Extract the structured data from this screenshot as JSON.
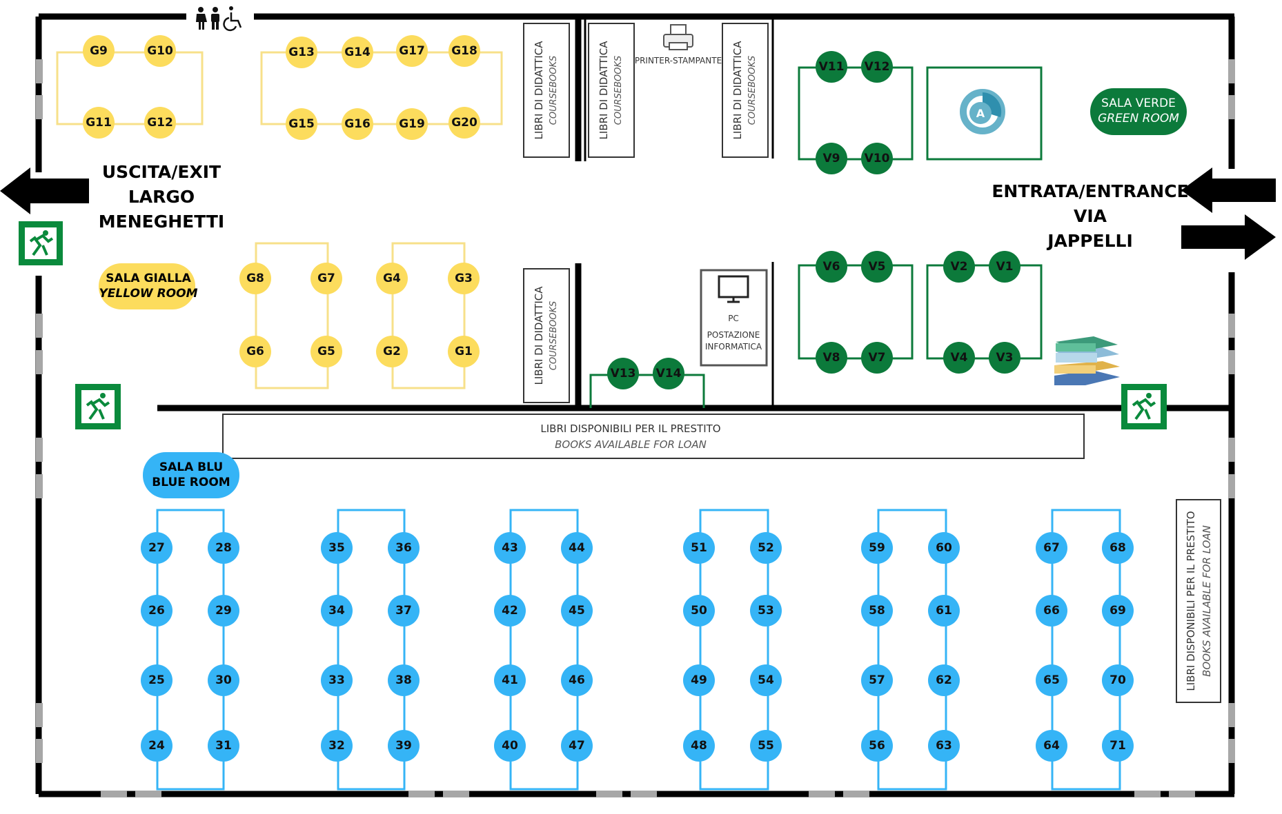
{
  "colors": {
    "yellow": "#fcdc5d",
    "yellow_line": "#f7e08a",
    "green": "#0c7a3b",
    "blue": "#35b4f6",
    "wall": "#000000",
    "window": "#a7a7a7"
  },
  "rooms": {
    "yellow": {
      "line1": "SALA GIALLA",
      "line2": "YELLOW ROOM"
    },
    "green": {
      "line1": "SALA VERDE",
      "line2": "GREEN ROOM"
    },
    "blue": {
      "line1": "SALA BLU",
      "line2": "BLUE ROOM"
    }
  },
  "exit": {
    "line1": "USCITA/EXIT",
    "line2": "LARGO",
    "line3": "MENEGHETTI"
  },
  "entrance": {
    "line1": "ENTRATA/ENTRANCE",
    "line2": "VIA",
    "line3": "JAPPELLI"
  },
  "shelves": {
    "coursebooks_main": "LIBRI DI DIDATTICA",
    "coursebooks_sub": "COURSEBOOKS",
    "loan_main": "LIBRI DISPONIBILI PER IL PRESTITO",
    "loan_sub": "BOOKS AVAILABLE FOR LOAN"
  },
  "printer": {
    "label": "PRINTER-STAMPANTE",
    "icon": "printer-icon"
  },
  "pc": {
    "line1": "PC",
    "line2": "POSTAZIONE",
    "line3": "INFORMATICA",
    "icon": "monitor-icon"
  },
  "icons": [
    "toilet-women-icon",
    "toilet-men-icon",
    "wheelchair-icon",
    "emergency-exit-icon",
    "books-stack-icon",
    "logo-icon",
    "arrow-left-icon",
    "arrow-right-icon"
  ],
  "seats": {
    "yellow": [
      "G9",
      "G10",
      "G11",
      "G12",
      "G13",
      "G14",
      "G17",
      "G18",
      "G15",
      "G16",
      "G19",
      "G20",
      "G8",
      "G7",
      "G6",
      "G5",
      "G4",
      "G3",
      "G2",
      "G1"
    ],
    "green": [
      "V11",
      "V12",
      "V9",
      "V10",
      "V6",
      "V5",
      "V8",
      "V7",
      "V2",
      "V1",
      "V4",
      "V3",
      "V13",
      "V14"
    ],
    "blue": [
      "27",
      "28",
      "26",
      "29",
      "25",
      "30",
      "24",
      "31",
      "35",
      "36",
      "34",
      "37",
      "33",
      "38",
      "32",
      "39",
      "43",
      "44",
      "42",
      "45",
      "41",
      "46",
      "40",
      "47",
      "51",
      "52",
      "50",
      "53",
      "49",
      "54",
      "48",
      "55",
      "59",
      "60",
      "58",
      "61",
      "57",
      "62",
      "56",
      "63",
      "67",
      "68",
      "66",
      "69",
      "65",
      "70",
      "64",
      "71"
    ]
  }
}
